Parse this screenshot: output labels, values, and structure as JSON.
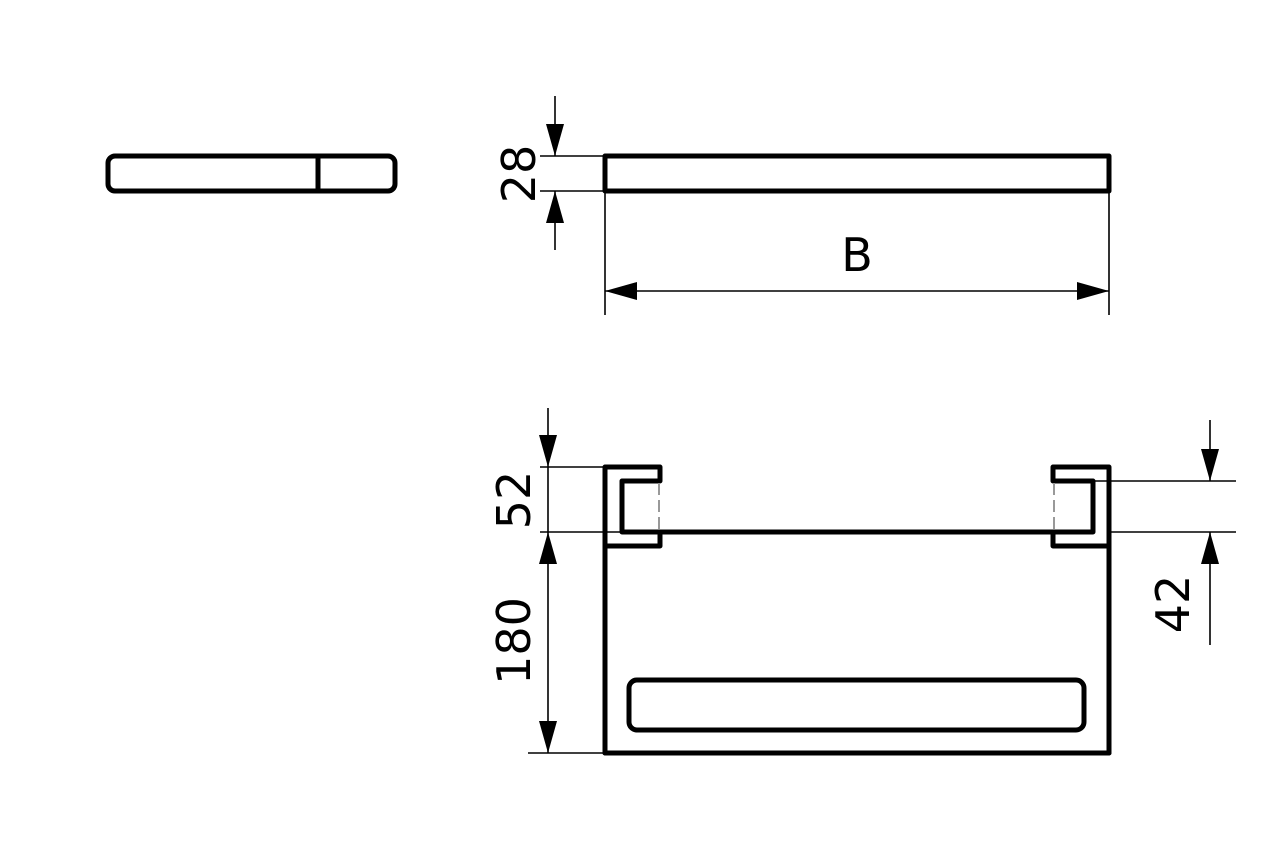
{
  "drawing": {
    "dimensions": {
      "top_height": "28",
      "width": "B",
      "hook_height": "52",
      "body_height": "180",
      "hook_inner": "42"
    },
    "colors": {
      "line": "#000000",
      "hidden_line": "#999999",
      "background": "#ffffff"
    }
  }
}
